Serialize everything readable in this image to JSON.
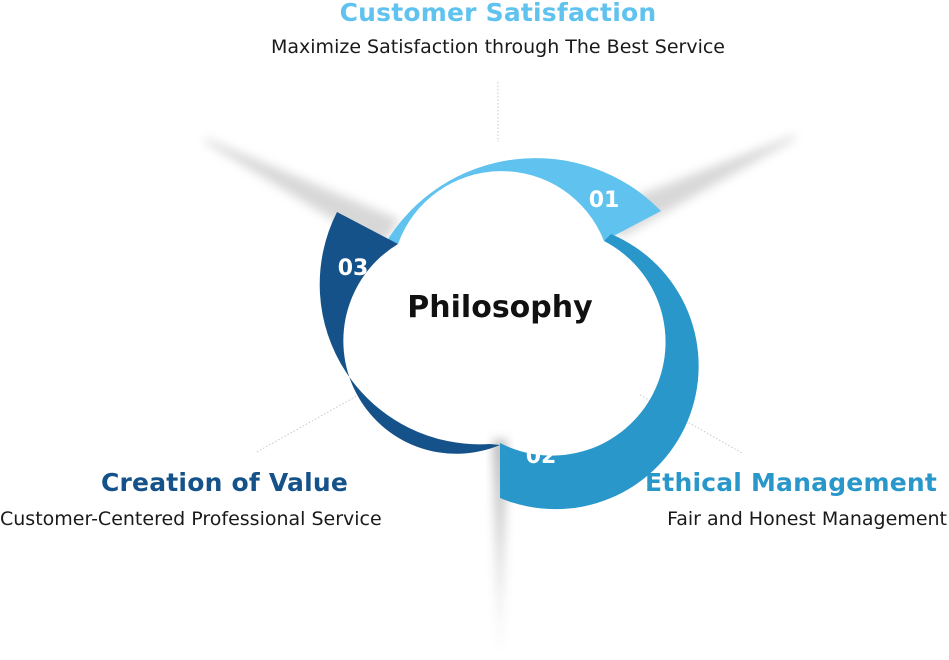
{
  "center_label": "Philosophy",
  "colors": {
    "segment_01": "#5fc2ef",
    "segment_02": "#2a97ca",
    "segment_03": "#155289",
    "title_01": "#5fc2ef",
    "title_02": "#2a97ca",
    "title_03": "#155289"
  },
  "items": [
    {
      "number": "01",
      "title": "Customer Satisfaction",
      "subtitle": "Maximize Satisfaction through The Best Service"
    },
    {
      "number": "02",
      "title": "Ethical Management",
      "subtitle": "Fair and Honest Management"
    },
    {
      "number": "03",
      "title": "Creation of Value",
      "subtitle": "Customer-Centered Professional Service"
    }
  ]
}
